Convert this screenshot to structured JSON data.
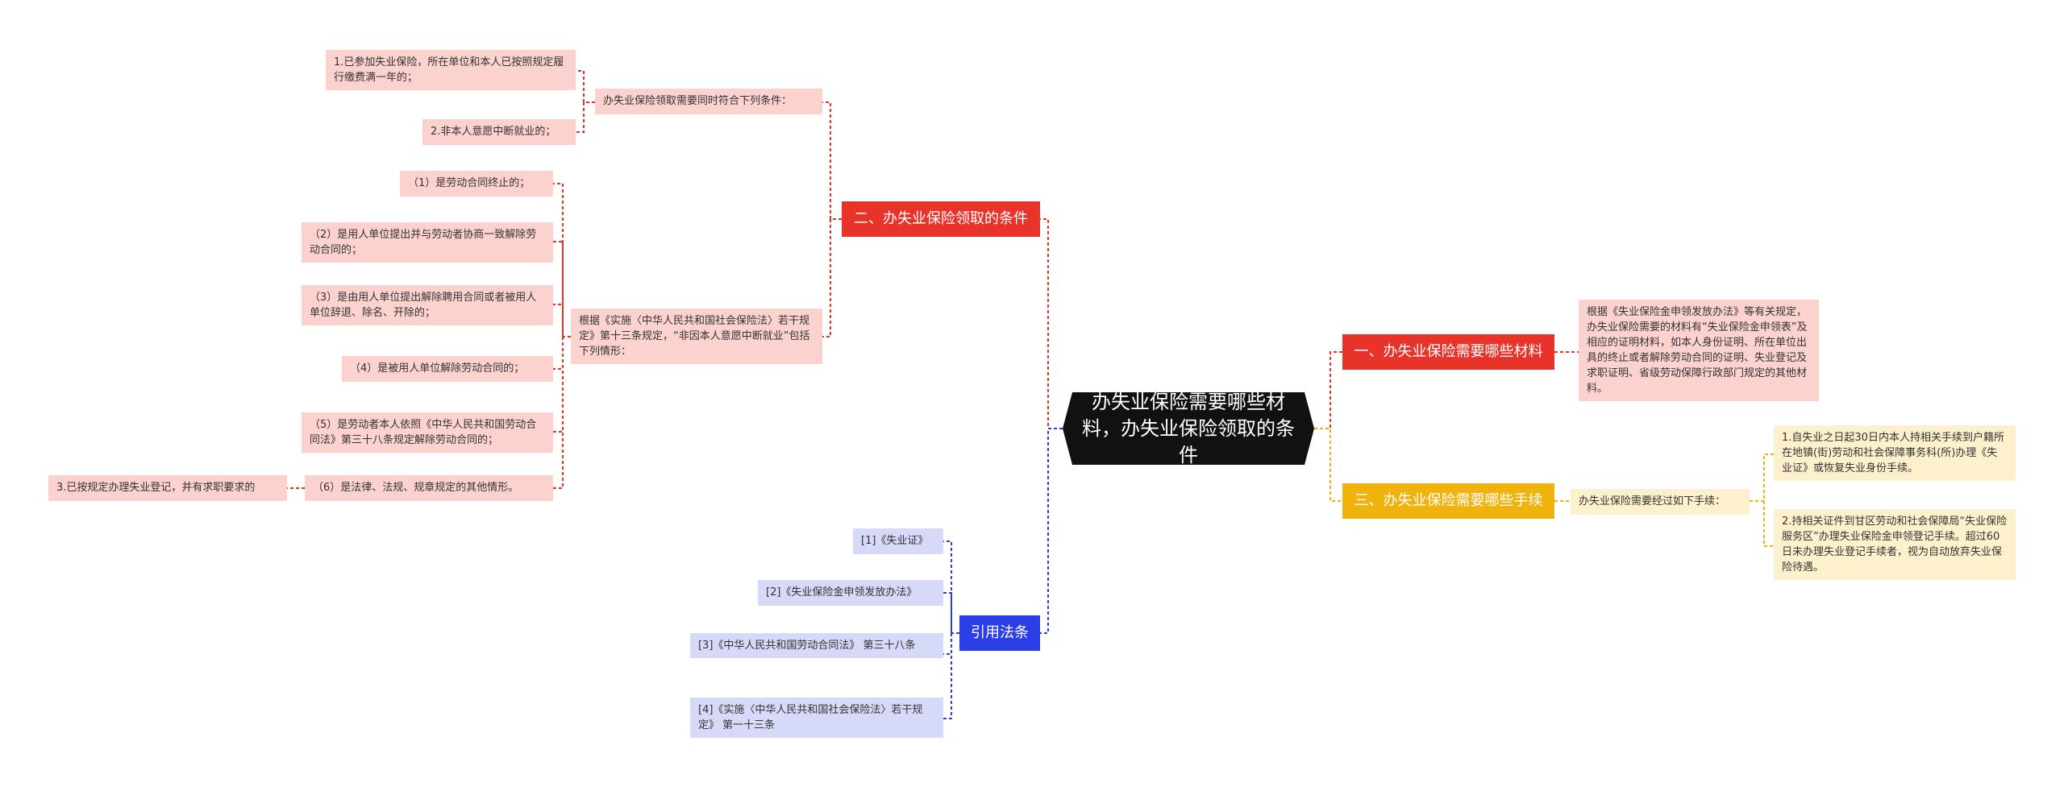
{
  "root": {
    "title": "办失业保险需要哪些材料，办失业保险领取的条件"
  },
  "branches": {
    "b1": {
      "label": "一、办失业保险需要哪些材料"
    },
    "b2": {
      "label": "二、办失业保险领取的条件"
    },
    "b3": {
      "label": "三、办失业保险需要哪些手续"
    },
    "b4": {
      "label": "引用法条"
    }
  },
  "b1_detail": "根据《失业保险金申领发放办法》等有关规定，办失业保险需要的材料有“失业保险金申领表”及相应的证明材料，如本人身份证明、所在单位出具的终止或者解除劳动合同的证明、失业登记及求职证明、省级劳动保障行政部门规定的其他材料。",
  "b2_sub1": {
    "label": "办失业保险领取需要同时符合下列条件：",
    "items": [
      "1.已参加失业保险，所在单位和本人已按照规定履行缴费满一年的；",
      "2.非本人意愿中断就业的；"
    ]
  },
  "b2_sub2": {
    "label": "根据《实施〈中华人民共和国社会保险法〉若干规定》第十三条规定，“非因本人意愿中断就业”包括下列情形：",
    "items": [
      "（1）是劳动合同终止的；",
      "（2）是用人单位提出并与劳动者协商一致解除劳动合同的；",
      "（3）是由用人单位提出解除聘用合同或者被用人单位辞退、除名、开除的；",
      "（4）是被用人单位解除劳动合同的；",
      "（5）是劳动者本人依照《中华人民共和国劳动合同法》第三十八条规定解除劳动合同的；",
      "（6）是法律、法规、规章规定的其他情形。"
    ]
  },
  "b2_sub3": "3.已按规定办理失业登记，并有求职要求的",
  "b3_sub": {
    "label": "办失业保险需要经过如下手续：",
    "items": [
      "1.自失业之日起30日内本人持相关手续到户籍所在地镇(街)劳动和社会保障事务科(所)办理《失业证》或恢复失业身份手续。",
      "2.持相关证件到甘区劳动和社会保障局“失业保险服务区”办理失业保险金申领登记手续。超过60日未办理失业登记手续者，视为自动放弃失业保险待遇。"
    ]
  },
  "b4_items": [
    "[1]《失业证》",
    "[2]《失业保险金申领发放办法》",
    "[3]《中华人民共和国劳动合同法》 第三十八条",
    "[4]《实施〈中华人民共和国社会保险法〉若干规定》 第一十三条"
  ],
  "colors": {
    "red": "#e8332a",
    "pink": "#fcd2cf",
    "yellow": "#f0b20d",
    "light_yellow": "#fdf0cc",
    "blue": "#2c3fe6",
    "light_blue": "#d6daf8",
    "root": "#111111"
  }
}
